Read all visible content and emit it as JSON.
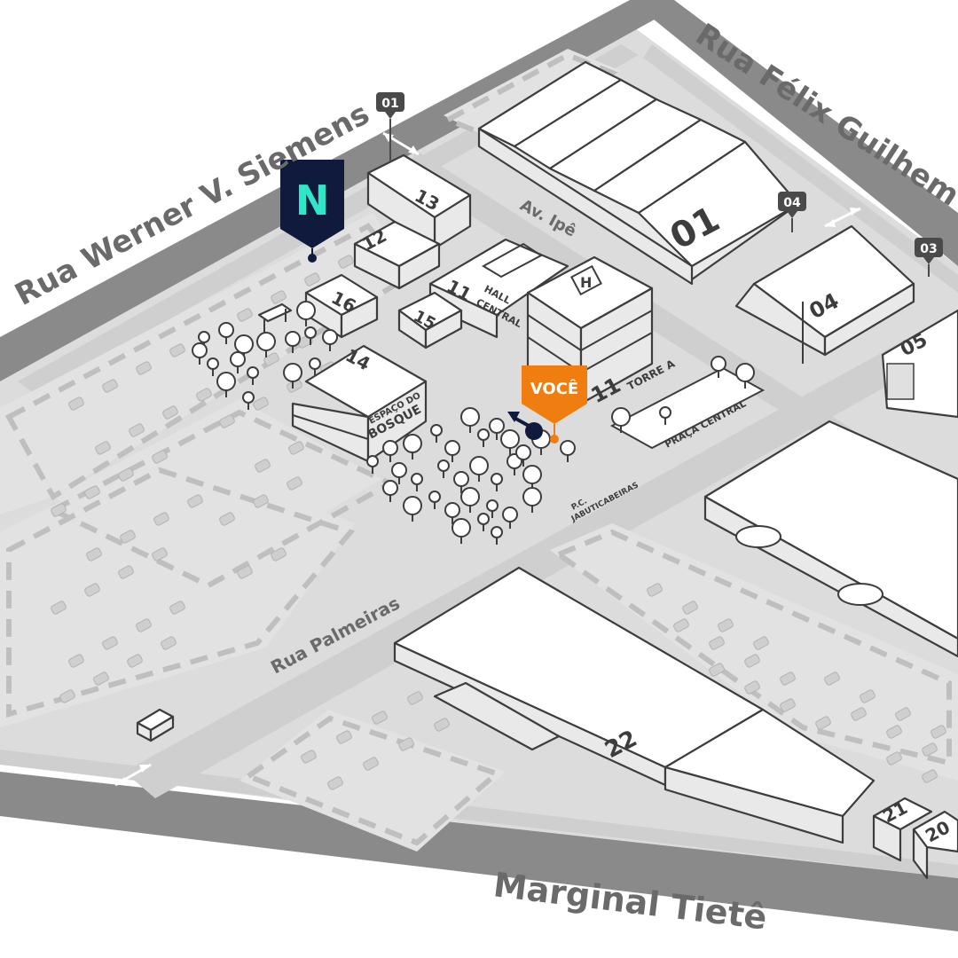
{
  "streets": {
    "werner": "Rua Werner V. Siemens",
    "felix": "Rua Félix Guilhem",
    "marginal": "Marginal Tietê",
    "palmeiras": "Rua Palmeiras",
    "ipe": "Av. Ipê"
  },
  "buildings": {
    "b01": "01",
    "b04": "04",
    "b05": "05",
    "b11": "11",
    "b11_torre": "11",
    "b12": "12",
    "b13": "13",
    "b14": "14",
    "b15": "15",
    "b16": "16",
    "b20": "20",
    "b21": "21",
    "b22": "22"
  },
  "labels": {
    "hall": "HALL",
    "central": "CENTRAL",
    "torre": "TORRE A",
    "praca": "PRAÇA CENTRAL",
    "espaco": "ESPAÇO DO",
    "bosque": "BOSQUE",
    "pc": "P.C.",
    "jabuticabeiras": "JABUTICABEIRAS",
    "heliport": "H"
  },
  "gates": {
    "g01": "01",
    "g03": "03",
    "g04": "04"
  },
  "markers": {
    "voce": "VOCÊ",
    "brand_letter": "N"
  },
  "colors": {
    "road_dark": "#8a8a8a",
    "road_light": "#cfcfcf",
    "parking": "#e2e2e2",
    "voce": "#f07d10",
    "brand_bg": "#0f1a3c",
    "brand_accent": "#2ee6c8",
    "outline": "#3d3d3d"
  }
}
